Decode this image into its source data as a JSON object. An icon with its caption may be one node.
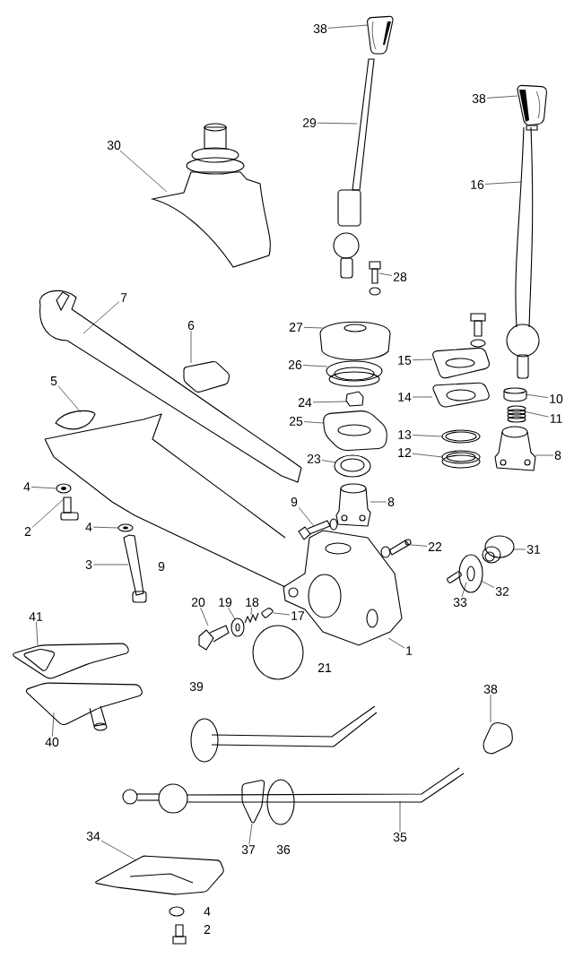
{
  "diagram": {
    "nodes": [
      {
        "text": [
          "38"
        ]
      },
      {
        "text": [],
        "shape": "picture"
      },
      {
        "text": [
          "29"
        ]
      },
      {
        "text": [],
        "shape": "picture"
      },
      {
        "text": [
          "30"
        ]
      },
      {
        "text": [],
        "shape": "picture"
      },
      {
        "text": [
          "38"
        ]
      },
      {
        "text": [],
        "shape": "picture"
      },
      {
        "text": [
          "16"
        ]
      },
      {
        "text": [],
        "shape": "picture"
      },
      {
        "text": [
          "28"
        ]
      },
      {
        "text": [],
        "shape": "picture"
      },
      {
        "text": [
          "7"
        ]
      },
      {
        "text": [],
        "shape": "picture"
      },
      {
        "text": [
          "6"
        ]
      },
      {
        "text": [],
        "shape": "picture"
      },
      {
        "text": [
          "27"
        ]
      },
      {
        "text": [],
        "shape": "picture"
      },
      {
        "text": [
          "26"
        ]
      },
      {
        "text": [],
        "shape": "picture"
      },
      {
        "text": [
          "15"
        ]
      },
      {
        "text": [],
        "shape": "picture"
      },
      {
        "text": [
          "14"
        ]
      },
      {
        "text": [],
        "shape": "picture"
      },
      {
        "text": [
          "10"
        ]
      },
      {
        "text": [],
        "shape": "picture"
      },
      {
        "text": [
          "11"
        ]
      },
      {
        "text": [],
        "shape": "picture"
      },
      {
        "text": [
          "5"
        ]
      },
      {
        "text": [],
        "shape": "picture"
      },
      {
        "text": [
          "24"
        ]
      },
      {
        "text": [],
        "shape": "picture"
      },
      {
        "text": [
          "25"
        ]
      },
      {
        "text": [],
        "shape": "picture"
      },
      {
        "text": [
          "13"
        ]
      },
      {
        "text": [],
        "shape": "picture"
      },
      {
        "text": [
          "12"
        ]
      },
      {
        "text": [],
        "shape": "picture"
      },
      {
        "text": [
          "8"
        ]
      },
      {
        "text": [],
        "shape": "picture"
      },
      {
        "text": [
          "23"
        ]
      },
      {
        "text": [],
        "shape": "picture"
      },
      {
        "text": [
          "4"
        ]
      },
      {
        "text": [],
        "shape": "picture"
      },
      {
        "text": [
          "2"
        ]
      },
      {
        "text": [],
        "shape": "picture"
      },
      {
        "text": [
          "9"
        ]
      },
      {
        "text": [],
        "shape": "picture"
      },
      {
        "text": [
          "8"
        ]
      },
      {
        "text": [],
        "shape": "picture"
      },
      {
        "text": [
          "4"
        ]
      },
      {
        "text": [],
        "shape": "picture"
      },
      {
        "text": [
          "22"
        ]
      },
      {
        "text": [],
        "shape": "picture"
      },
      {
        "text": [
          "31"
        ]
      },
      {
        "text": [],
        "shape": "picture"
      },
      {
        "text": [
          "3"
        ]
      },
      {
        "text": [],
        "shape": "picture"
      },
      {
        "text": [
          "33"
        ]
      },
      {
        "text": [],
        "shape": "picture"
      },
      {
        "text": [
          "32"
        ]
      },
      {
        "text": [],
        "shape": "picture"
      },
      {
        "text": [
          "20"
        ]
      },
      {
        "text": [],
        "shape": "picture"
      },
      {
        "text": [
          "19"
        ]
      },
      {
        "text": [],
        "shape": "picture"
      },
      {
        "text": [
          "18"
        ]
      },
      {
        "text": [],
        "shape": "picture"
      },
      {
        "text": [
          "17"
        ]
      },
      {
        "text": [],
        "shape": "picture"
      },
      {
        "text": [
          "1"
        ]
      },
      {
        "text": [],
        "shape": "picture"
      },
      {
        "text": [
          "41"
        ]
      },
      {
        "text": [],
        "shape": "picture"
      },
      {
        "text": [
          "40"
        ]
      },
      {
        "text": [],
        "shape": "picture"
      },
      {
        "text": [
          "38"
        ]
      },
      {
        "text": [],
        "shape": "picture"
      },
      {
        "text": [
          "37"
        ]
      },
      {
        "text": [],
        "shape": "picture"
      },
      {
        "text": [
          "35"
        ]
      },
      {
        "text": [],
        "shape": "picture"
      },
      {
        "text": [
          "34"
        ]
      },
      {
        "text": [],
        "shape": "picture"
      }
    ],
    "edges": [
      {
        "from": 0,
        "to": 1,
        "arrow": "none"
      },
      {
        "from": 2,
        "to": 3,
        "arrow": "none"
      },
      {
        "from": 4,
        "to": 5,
        "arrow": "none"
      },
      {
        "from": 6,
        "to": 7,
        "arrow": "none"
      },
      {
        "from": 8,
        "to": 9,
        "arrow": "none"
      },
      {
        "from": 10,
        "to": 11,
        "arrow": "none"
      },
      {
        "from": 12,
        "to": 13,
        "arrow": "none"
      },
      {
        "from": 14,
        "to": 15,
        "arrow": "none"
      },
      {
        "from": 16,
        "to": 17,
        "arrow": "none"
      },
      {
        "from": 18,
        "to": 19,
        "arrow": "none"
      },
      {
        "from": 20,
        "to": 21,
        "arrow": "none"
      },
      {
        "from": 22,
        "to": 23,
        "arrow": "none"
      },
      {
        "from": 24,
        "to": 25,
        "arrow": "none"
      },
      {
        "from": 26,
        "to": 27,
        "arrow": "none"
      },
      {
        "from": 28,
        "to": 29,
        "arrow": "none"
      },
      {
        "from": 30,
        "to": 31,
        "arrow": "none"
      },
      {
        "from": 32,
        "to": 33,
        "arrow": "none"
      },
      {
        "from": 34,
        "to": 35,
        "arrow": "none"
      },
      {
        "from": 36,
        "to": 37,
        "arrow": "none"
      },
      {
        "from": 38,
        "to": 39,
        "arrow": "none"
      },
      {
        "from": 40,
        "to": 41,
        "arrow": "none"
      },
      {
        "from": 42,
        "to": 43,
        "arrow": "none"
      },
      {
        "from": 44,
        "to": 45,
        "arrow": "none"
      },
      {
        "from": 46,
        "to": 47,
        "arrow": "none"
      },
      {
        "from": 48,
        "to": 49,
        "arrow": "none"
      },
      {
        "from": 50,
        "to": 51,
        "arrow": "none"
      },
      {
        "from": 52,
        "to": 53,
        "arrow": "none"
      },
      {
        "from": 54,
        "to": 55,
        "arrow": "none"
      },
      {
        "from": 56,
        "to": 57,
        "arrow": "none"
      },
      {
        "from": 58,
        "to": 59,
        "arrow": "none"
      },
      {
        "from": 60,
        "to": 61,
        "arrow": "none"
      },
      {
        "from": 62,
        "to": 63,
        "arrow": "none"
      },
      {
        "from": 64,
        "to": 65,
        "arrow": "none"
      },
      {
        "from": 66,
        "to": 67,
        "arrow": "none"
      },
      {
        "from": 68,
        "to": 69,
        "arrow": "none"
      },
      {
        "from": 70,
        "to": 71,
        "arrow": "none"
      },
      {
        "from": 72,
        "to": 73,
        "arrow": "none"
      },
      {
        "from": 74,
        "to": 75,
        "arrow": "none"
      },
      {
        "from": 76,
        "to": 77,
        "arrow": "none"
      },
      {
        "from": 78,
        "to": 79,
        "arrow": "none"
      },
      {
        "from": 80,
        "to": 81,
        "arrow": "none"
      },
      {
        "from": 82,
        "to": 83,
        "arrow": "none"
      }
    ],
    "labels": [
      "9",
      "21",
      "39",
      "36",
      "4",
      "2"
    ]
  }
}
